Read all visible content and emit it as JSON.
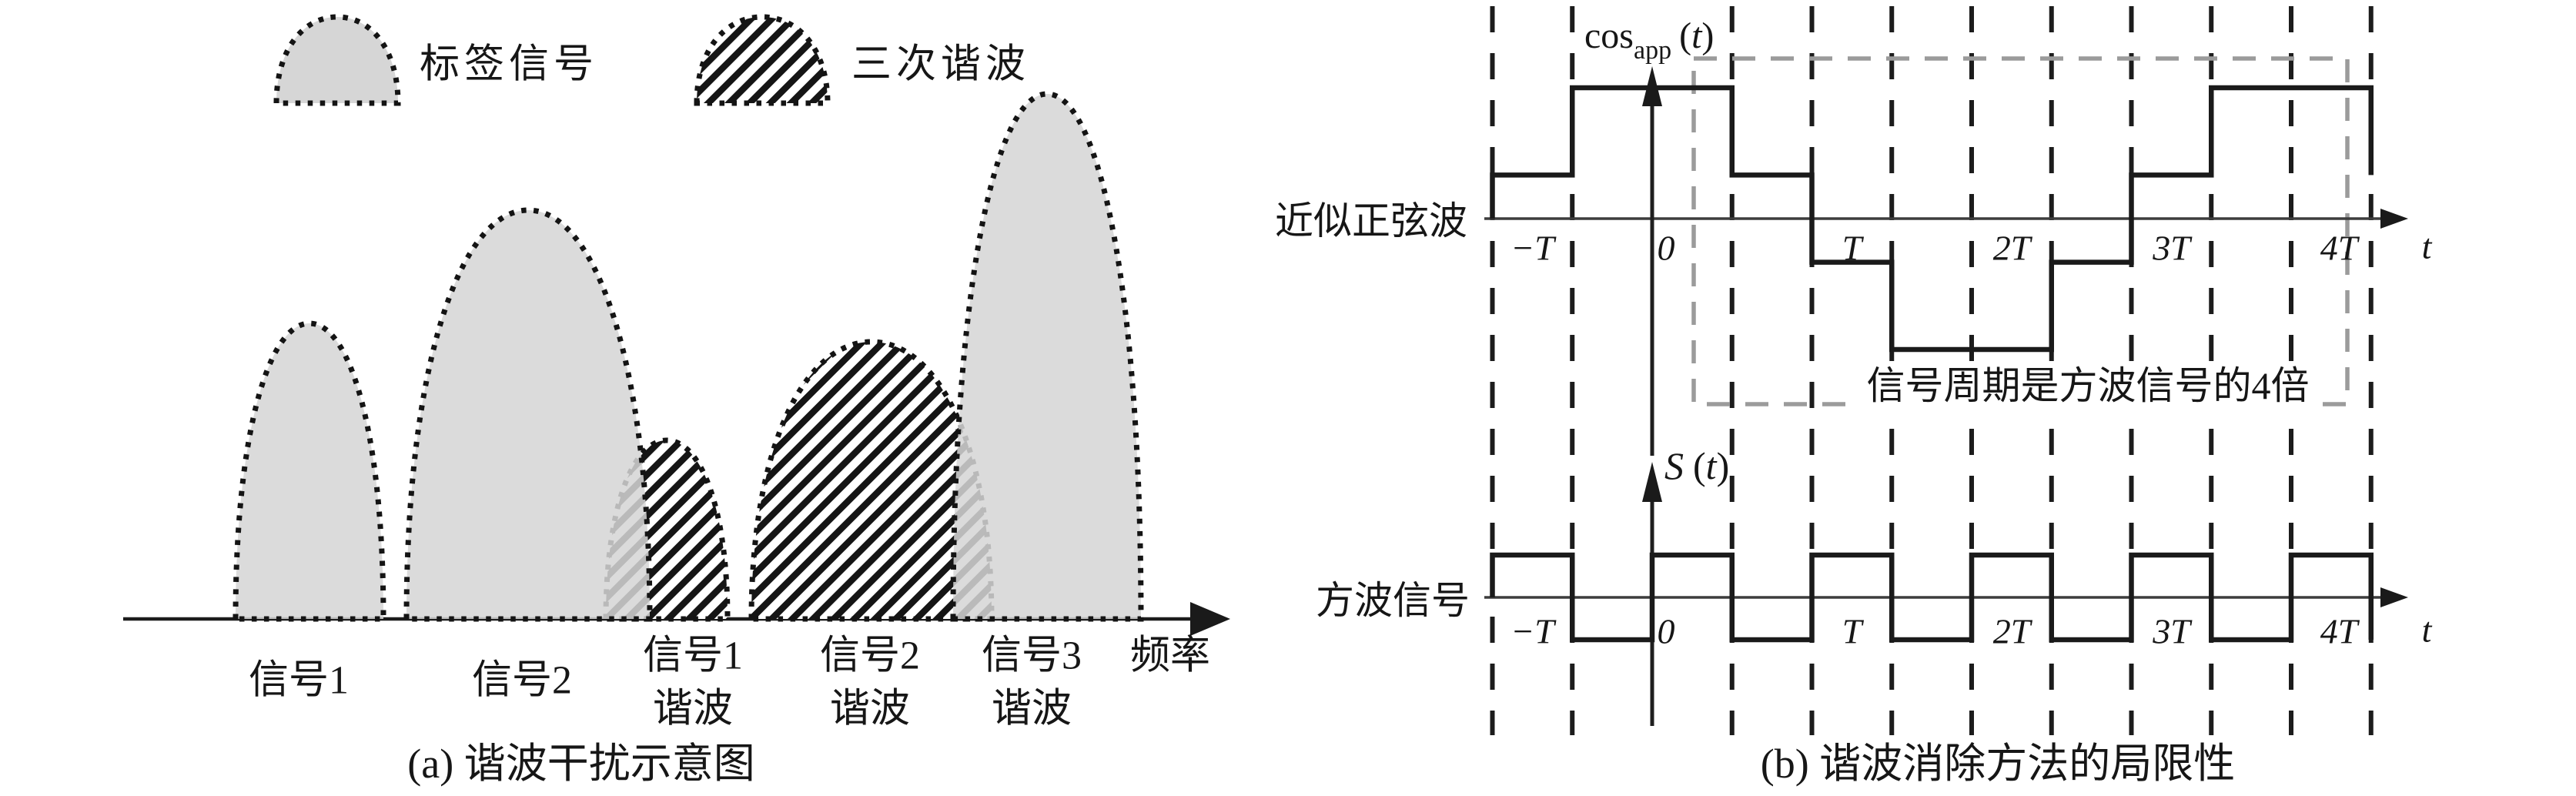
{
  "figure": {
    "panel_a": {
      "legend": {
        "items": [
          {
            "swatch": "tag-signal-dome",
            "label": "标签信号"
          },
          {
            "swatch": "third-harmonic-dome",
            "label": "三次谐波"
          }
        ]
      },
      "axis_label": "频率",
      "signal_labels": [
        {
          "line1": "信号1",
          "line2": ""
        },
        {
          "line1": "信号2",
          "line2": ""
        },
        {
          "line1": "信号1",
          "line2": "谐波"
        },
        {
          "line1": "信号2",
          "line2": "谐波"
        },
        {
          "line1": "信号3",
          "line2": "谐波"
        }
      ],
      "caption": "(a) 谐波干扰示意图"
    },
    "panel_b": {
      "top_plot": {
        "y_axis_label": {
          "base": "cos",
          "sub": "app",
          "open": "(",
          "var": "t",
          "close": ")"
        },
        "side_label": "近似正弦波",
        "tick_labels": [
          "−T",
          "0",
          "T",
          "2T",
          "3T",
          "4T"
        ],
        "x_axis_label": "t",
        "annotation": "信号周期是方波信号的4倍"
      },
      "bottom_plot": {
        "y_axis_label": {
          "base": "S",
          "open": "(",
          "var": "t",
          "close": ")"
        },
        "side_label": "方波信号",
        "tick_labels": [
          "−T",
          "0",
          "T",
          "2T",
          "3T",
          "4T"
        ],
        "x_axis_label": "t"
      },
      "caption": "(b) 谐波消除方法的局限性"
    },
    "waveforms": {
      "cos_app": {
        "period_is_square_wave_times": 4,
        "start": {
          "t": -1,
          "level": 0
        },
        "segments": [
          {
            "from": -1,
            "to": -0.5,
            "level": 0.333
          },
          {
            "from": -0.5,
            "to": 0.5,
            "level": 1
          },
          {
            "from": 0.5,
            "to": 1,
            "level": 0.333
          },
          {
            "from": 1,
            "to": 1.5,
            "level": -0.333
          },
          {
            "from": 1.5,
            "to": 2.5,
            "level": -1
          },
          {
            "from": 2.5,
            "to": 3,
            "level": -0.333
          },
          {
            "from": 3,
            "to": 3.5,
            "level": 0.333
          },
          {
            "from": 3.5,
            "to": 4.5,
            "level": 1
          }
        ],
        "end_level": 0.333
      },
      "square": {
        "t_start": -1,
        "half_period": 0.5,
        "levels": [
          1,
          -1,
          1,
          -1,
          1,
          -1,
          1,
          -1,
          1,
          -1,
          1
        ],
        "end_level": -1
      }
    },
    "colors": {
      "fill_gray": "#d5d5d5",
      "ink": "#1a1a1a",
      "box_gray": "#9b9b9b"
    }
  }
}
